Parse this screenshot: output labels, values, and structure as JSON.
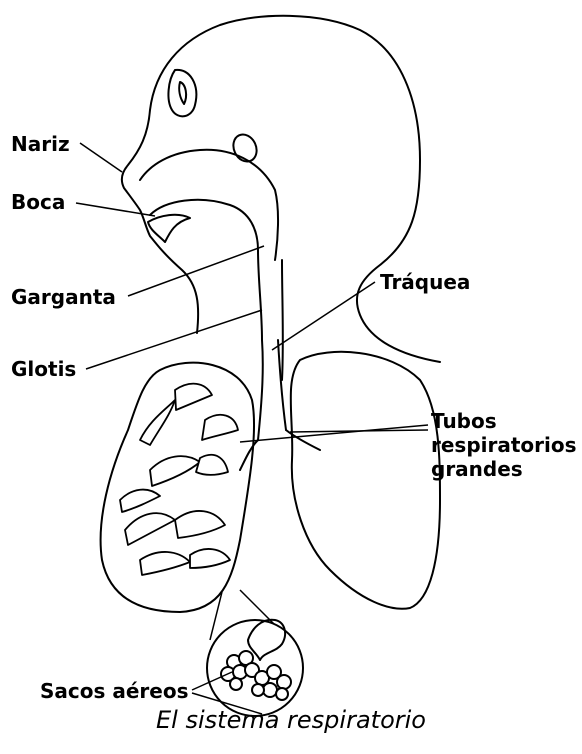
{
  "labels": {
    "nariz": "Nariz",
    "boca": "Boca",
    "garganta": "Garganta",
    "glotis": "Glotis",
    "traquea": "Tráquea",
    "tubos_1": "Tubos",
    "tubos_2": "respiratorios",
    "tubos_3": "grandes",
    "sacos": "Sacos aéreos"
  },
  "caption": "El sistema respiratorio"
}
